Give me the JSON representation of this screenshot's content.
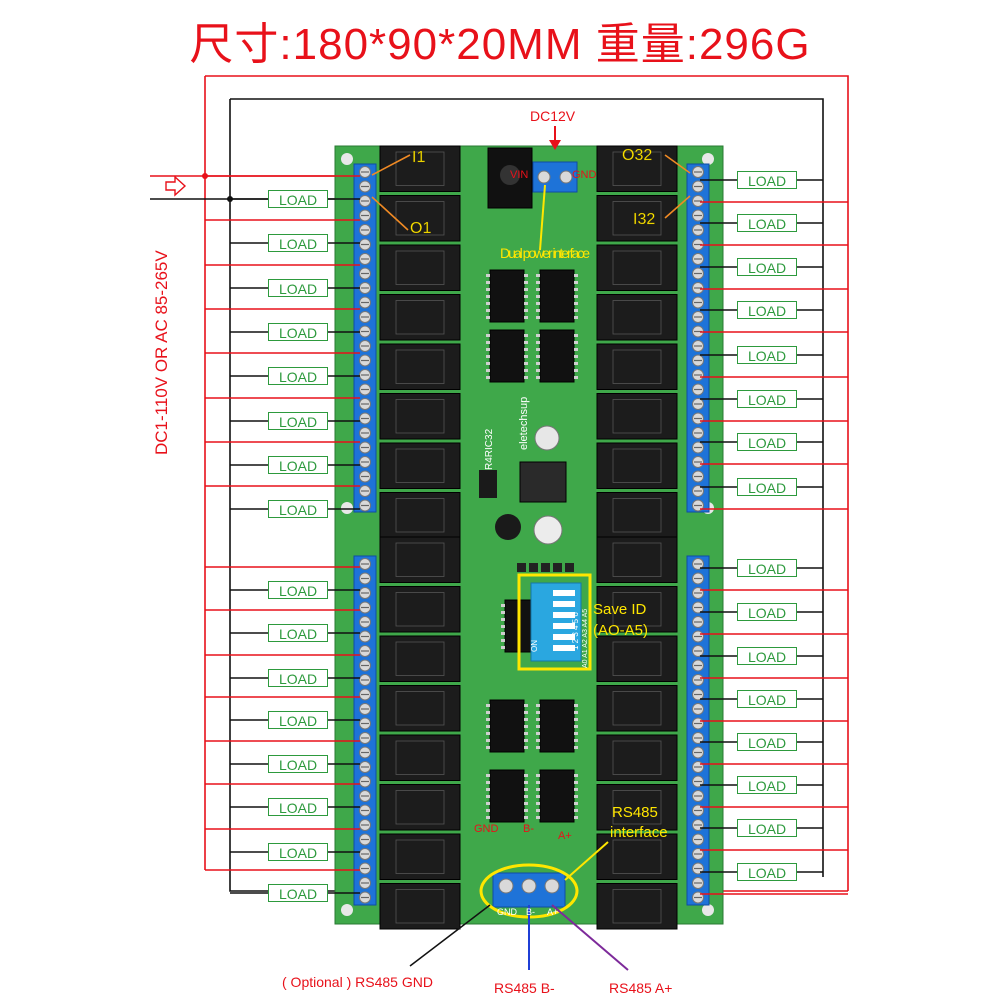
{
  "title": "尺寸:180*90*20MM  重量:296G",
  "power_input_label": "DC1-110V OR AC 85-265V",
  "load_label": "LOAD",
  "board_silk": {
    "model": "R4RIC32",
    "brand": "eletechsup"
  },
  "pins": {
    "input_first": "I1",
    "output_first": "O1",
    "input_last": "I32",
    "output_last": "O32"
  },
  "power": {
    "dc_label": "DC12V",
    "vin": "VIN",
    "gnd": "GND",
    "dual_note": "Dual power interface"
  },
  "dip": {
    "title": "Save ID",
    "range": "(AO-A5)",
    "on": "ON",
    "numbers": "1 2 3 4 5 6",
    "addr": "A0 A1 A2 A3 A4 A5"
  },
  "rs485": {
    "note_line1": "RS485",
    "note_line2": "interface",
    "term_gnd": "GND",
    "term_b": "B-",
    "term_a": "A+",
    "silk_gnd": "GND",
    "silk_b": "B-",
    "silk_a": "A+",
    "caption_gnd": "( Optional ) RS485 GND",
    "caption_b": "RS485 B-",
    "caption_a": "RS485 A+"
  },
  "colors": {
    "red": "#e8111a",
    "black": "#111111",
    "pcb": "#3fa84a",
    "terminal": "#1e73d8",
    "relay": "#1c1c1c",
    "load_border": "#2d9a3d",
    "note_yellow": "#ffe600",
    "blue_wire": "#1f3fd6",
    "purple_wire": "#7d2a9a"
  }
}
